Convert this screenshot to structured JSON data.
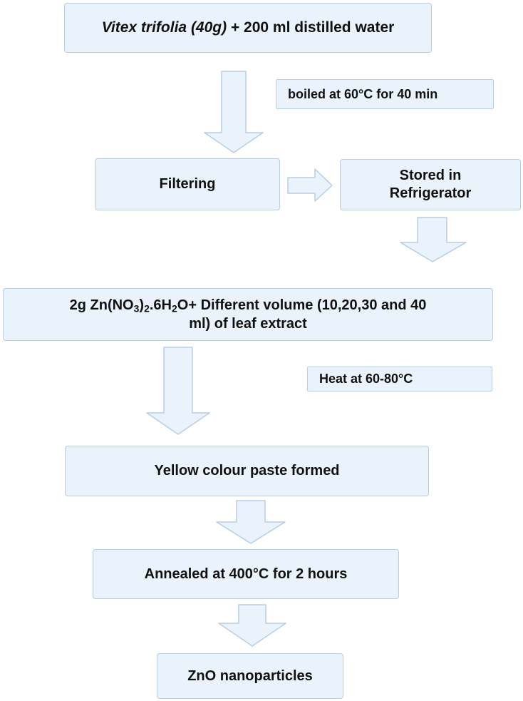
{
  "flowchart": {
    "step1": {
      "italic_part": "Vitex trifolia (40g)",
      "rest": " + 200 ml distilled water"
    },
    "note1": "boiled at 60°C for 40 min",
    "step2": "Filtering",
    "step3": "Stored in\nRefrigerator",
    "step4": {
      "part1": "2g Zn(NO",
      "sub1": "3",
      "part2": ")",
      "sub2": "2",
      "part3": ".6H",
      "sub3": "2",
      "part4": "O+ Different volume (10,20,30 and 40",
      "line2": "ml) of leaf extract"
    },
    "note2": "Heat at 60-80°C",
    "step5": "Yellow colour paste formed",
    "step6": "Annealed at 400°C for 2 hours",
    "step7": "ZnO nanoparticles"
  },
  "colors": {
    "box_fill": "#eaf2fb",
    "box_border": "#b9cde3",
    "text": "#111111"
  }
}
